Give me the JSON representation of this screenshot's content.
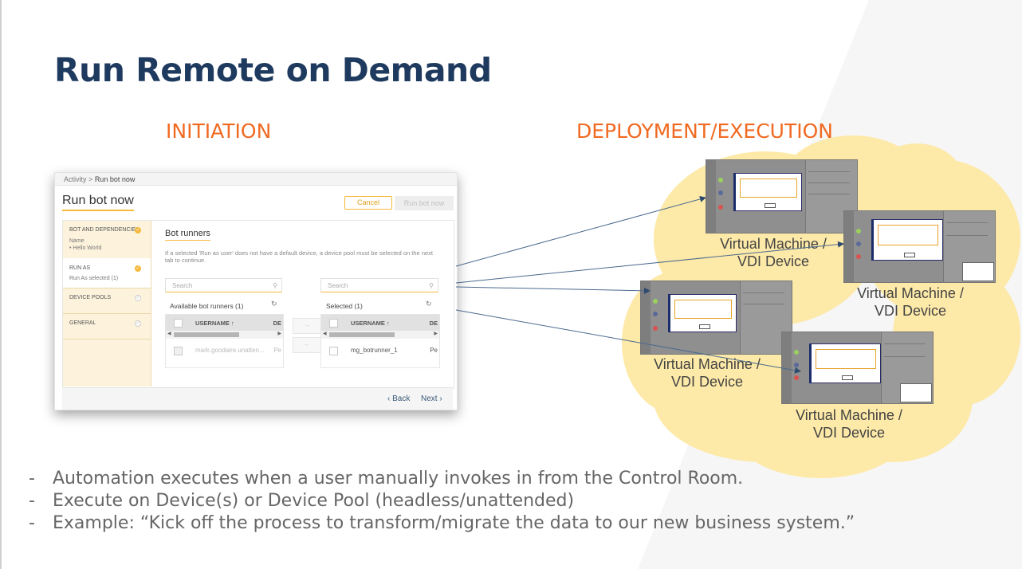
{
  "slide": {
    "title": "Run Remote on Demand",
    "left_heading": "INITIATION",
    "right_heading": "DEPLOYMENT/EXECUTION",
    "accent_color": "#f06a22",
    "title_color": "#1f3a5f",
    "cloud_color": "#fde9a8"
  },
  "app": {
    "breadcrumb_parent": "Activity",
    "breadcrumb_sep": ">",
    "breadcrumb_current": "Run bot now",
    "page_title": "Run bot now",
    "cancel_label": "Cancel",
    "run_label": "Run bot now",
    "steps": [
      {
        "label": "BOT AND DEPENDENCIES",
        "sub1": "Name",
        "sub2": "• Hello World",
        "done": true
      },
      {
        "label": "RUN AS",
        "sub1": "Run As selected (1)",
        "done": true
      },
      {
        "label": "DEVICE POOLS",
        "done": false
      },
      {
        "label": "GENERAL",
        "done": false
      }
    ],
    "section_title": "Bot runners",
    "note": "If a selected 'Run as user' does not have a default device, a device pool must be selected on the next tab to continue.",
    "available": {
      "search_placeholder": "Search",
      "heading": "Available bot runners  (1)",
      "col_username": "USERNAME ↑",
      "col_device": "DE",
      "rows": [
        {
          "name": "mark.goodaire.unatten...",
          "pool": "Pe"
        }
      ]
    },
    "selected": {
      "search_placeholder": "Search",
      "heading": "Selected  (1)",
      "col_username": "USERNAME ↑",
      "col_device": "DE",
      "rows": [
        {
          "name": "mg_botrunner_1",
          "pool": "Pe"
        }
      ]
    },
    "move_right": "→",
    "move_left": "←",
    "back_label": "‹ Back",
    "next_label": "Next ›"
  },
  "vms": [
    {
      "label_line1": "Virtual Machine /",
      "label_line2": "VDI Device"
    },
    {
      "label_line1": "Virtual Machine /",
      "label_line2": "VDI Device"
    },
    {
      "label_line1": "Virtual Machine /",
      "label_line2": "VDI Device"
    },
    {
      "label_line1": "Virtual Machine /",
      "label_line2": "VDI Device"
    }
  ],
  "bullets": [
    {
      "dash": "-",
      "text": "Automation executes when a user manually invokes in from the Control Room."
    },
    {
      "dash": "-",
      "text": "Execute on Device(s) or Device Pool (headless/unattended)"
    },
    {
      "dash": "-",
      "text": "Example:  “Kick off the process to transform/migrate the data to our new business system.”"
    }
  ]
}
